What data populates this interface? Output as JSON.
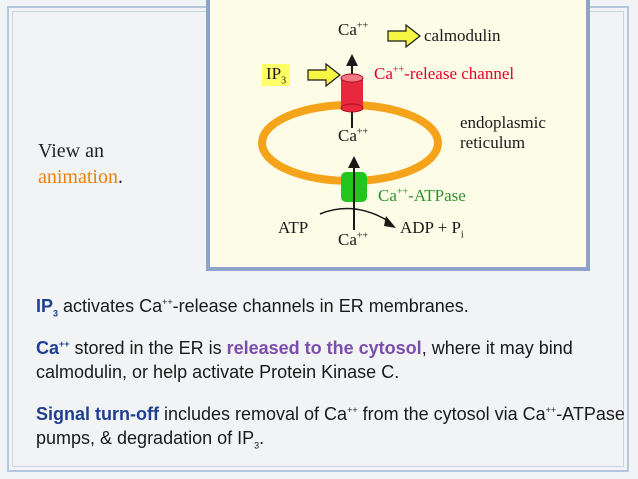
{
  "diagram": {
    "ca_top": "Ca",
    "ca_top_sup": "++",
    "calmodulin": "calmodulin",
    "ip3": "IP",
    "ip3_sub": "3",
    "release_channel_prefix": "Ca",
    "release_channel_sup": "++",
    "release_channel_suffix": "-release channel",
    "er_line1": "endoplasmic",
    "er_line2": "reticulum",
    "ca_mid": "Ca",
    "ca_mid_sup": "++",
    "atpase_prefix": "Ca",
    "atpase_sup": "++",
    "atpase_suffix": "-ATPase",
    "atp": "ATP",
    "adp": "ADP + P",
    "adp_sub": "i",
    "ca_bottom": "Ca",
    "ca_bottom_sup": "++",
    "colors": {
      "membrane": "#f4a31b",
      "release_channel": "#e8283c",
      "atpase": "#22c41e",
      "arrow_fill": "#f5f542",
      "panel_bg": "#fdfde7",
      "panel_border": "#8fa2c9"
    }
  },
  "view_prompt": {
    "line1": "View an",
    "link": "animation",
    "period": "."
  },
  "para1": {
    "ip": "IP",
    "ip_sub": "3",
    "text1": " activates Ca",
    "sup": "++",
    "text2": "-release channels in ER membranes."
  },
  "para2": {
    "ca": "Ca",
    "sup": "++",
    "text1": " stored in the ER is ",
    "emph": "released to the cytosol",
    "text2": ", where it may bind calmodulin, or help activate Protein Kinase C."
  },
  "para3": {
    "emph": "Signal turn-off",
    "text1": " includes removal of Ca",
    "sup1": "++",
    "text2": " from the cytosol via Ca",
    "sup2": "++",
    "text3": "-ATPase pumps, & degradation of IP",
    "sub": "3",
    "text4": "."
  }
}
